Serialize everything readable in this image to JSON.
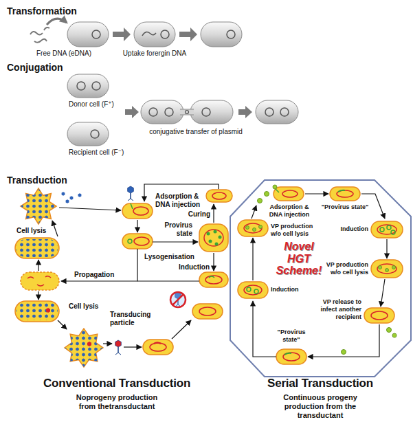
{
  "diagram": {
    "labels": [
      "Transformation",
      "Free DNA (eDNA)",
      "Uptake forergin DNA",
      "Conjugation",
      "Donor cell (F⁺)",
      "Recipient cell (F⁻)",
      "conjugative transfer of plasmid",
      "Transduction",
      "Adsorption & DNA injection",
      "Curing",
      "Provirus state",
      "Cell lysis",
      "Lysogenisation",
      "Induction",
      "Propagation",
      "Cell lysis",
      "Transducing particle",
      "Adsorption & DNA injection",
      "\"Provirus state\"",
      "VP production w/o cell lysis",
      "Induction",
      "Novel HGT Scheme!",
      "VP production w/o cell lysis",
      "Induction",
      "VP release to infect another recipient",
      "\"Provirus state\"",
      "Conventional Transduction",
      "Noprogeny production from thetransductant",
      "Serial Transduction",
      "Continuous progeny production from the transductant"
    ]
  }
}
